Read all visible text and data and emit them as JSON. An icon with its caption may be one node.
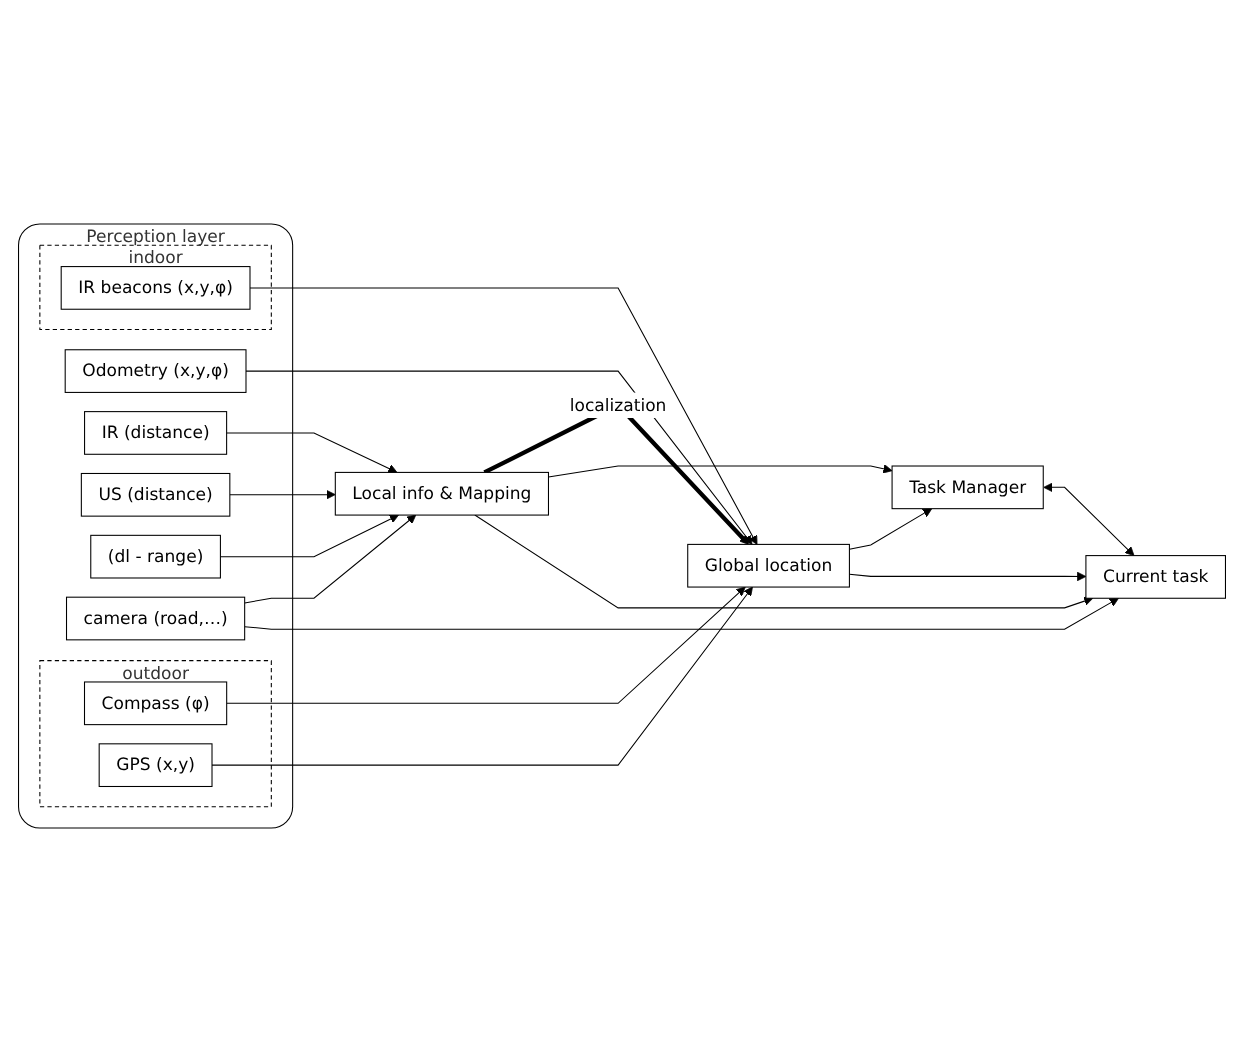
{
  "diagram": {
    "nodes": [
      {
        "text": [
          "Perception layer"
        ]
      },
      {
        "text": [
          "outdoor"
        ],
        "in": 0
      },
      {
        "text": [
          "Compass (φ)"
        ],
        "in": 1
      },
      {
        "text": [
          "GPS (x,y)"
        ],
        "in": 1
      },
      {
        "text": [
          "indoor"
        ],
        "in": 0
      },
      {
        "text": [
          "Odometry (x,y,φ)"
        ],
        "in": 0
      },
      {
        "text": [
          "IR beacons (x,y,φ)"
        ],
        "in": 4
      },
      {
        "text": [
          "IR (distance)"
        ],
        "in": 0
      },
      {
        "text": [
          "US (distance)"
        ],
        "in": 0
      },
      {
        "text": [
          "(dl - range)"
        ],
        "in": 0
      },
      {
        "text": [
          "camera (road,…)"
        ],
        "in": 0
      },
      {
        "text": [
          "Global location"
        ]
      },
      {
        "text": [
          "Local info & Mapping"
        ]
      },
      {
        "text": [
          "Task Manager"
        ]
      },
      {
        "text": [
          "Current task"
        ]
      }
    ],
    "edges": [
      {
        "from": 2,
        "to": 11,
        "arrow": "to"
      },
      {
        "from": 3,
        "to": 11,
        "arrow": "to"
      },
      {
        "from": 5,
        "to": 11,
        "arrow": "to"
      },
      {
        "from": 6,
        "to": 11,
        "arrow": "to"
      },
      {
        "from": 7,
        "to": 12,
        "arrow": "to"
      },
      {
        "from": 8,
        "to": 12,
        "arrow": "to"
      },
      {
        "from": 9,
        "to": 12,
        "arrow": "to"
      },
      {
        "from": 10,
        "to": 12,
        "arrow": "to"
      },
      {
        "from": 12,
        "to": 11,
        "arrow": "to",
        "label": "localization",
        "style": "thick"
      },
      {
        "from": 11,
        "to": 13,
        "arrow": "to"
      },
      {
        "from": 11,
        "to": 14,
        "arrow": "to"
      },
      {
        "from": 12,
        "to": 13,
        "arrow": "to"
      },
      {
        "from": 12,
        "to": 14,
        "arrow": "to"
      },
      {
        "from": 10,
        "to": 14,
        "arrow": "to"
      },
      {
        "from": 13,
        "to": 14,
        "arrow": "both"
      }
    ]
  }
}
